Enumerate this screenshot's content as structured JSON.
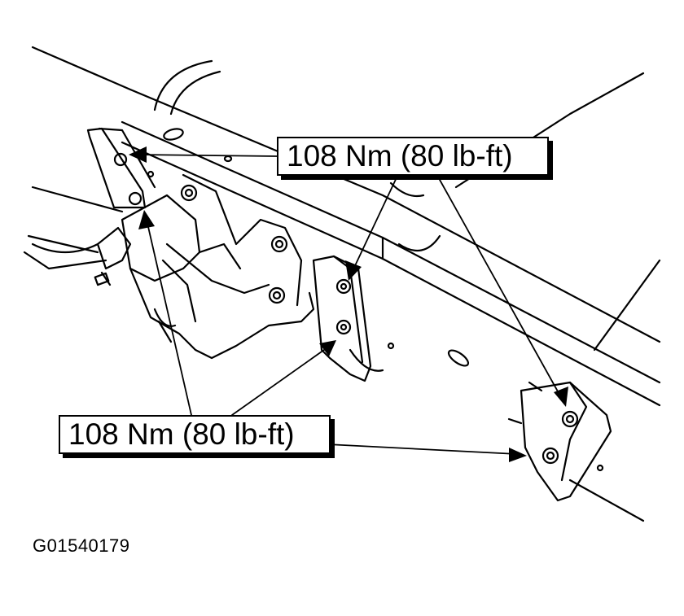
{
  "callouts": {
    "top": "108 Nm (80 lb-ft)",
    "bottom": "108 Nm (80 lb-ft)"
  },
  "figure_id": "G01540179",
  "colors": {
    "line": "#000000",
    "background": "#ffffff"
  }
}
